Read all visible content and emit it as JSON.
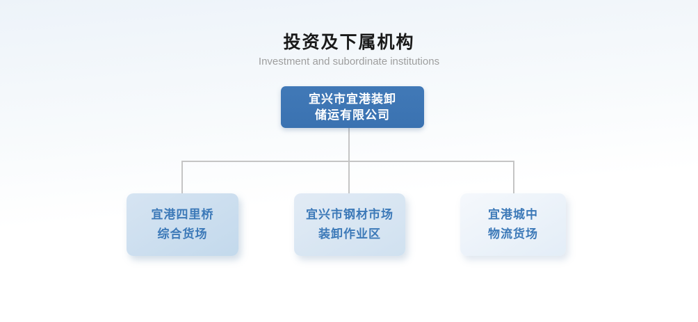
{
  "header": {
    "title": "投资及下属机构",
    "subtitle": "Investment and subordinate institutions"
  },
  "org_chart": {
    "root": {
      "line1": "宜兴市宜港装卸",
      "line2": "储运有限公司"
    },
    "children": [
      {
        "line1": "宜港四里桥",
        "line2": "综合货场"
      },
      {
        "line1": "宜兴市钢材市场",
        "line2": "装卸作业区"
      },
      {
        "line1": "宜港城中",
        "line2": "物流货场"
      }
    ]
  },
  "colors": {
    "background_top": "#edf3f9",
    "background_bottom": "#ffffff",
    "root_box": "#3d76b4",
    "root_text": "#ffffff",
    "child1_bg": "#c9dcee",
    "child2_bg": "#d8e5f2",
    "child3_bg": "#ecf2f9",
    "child_text": "#3c79b8",
    "connector": "#c5c5c5",
    "title_text": "#1a1a1a",
    "subtitle_text": "#9e9e9e"
  }
}
